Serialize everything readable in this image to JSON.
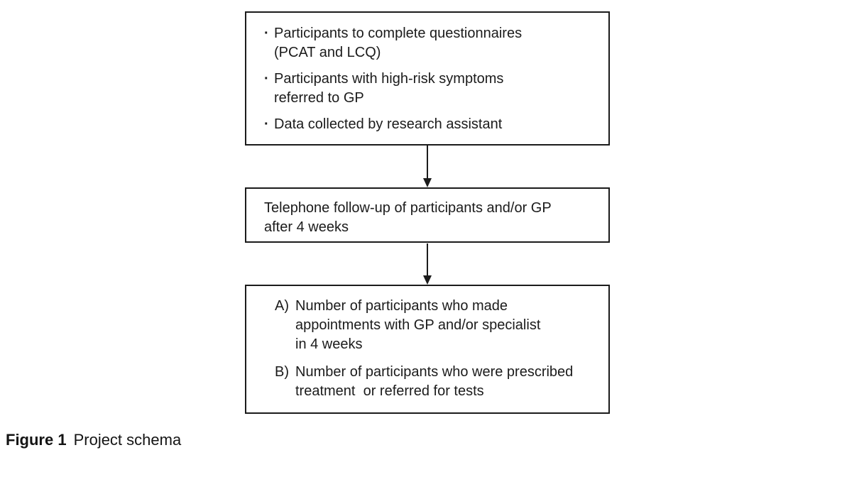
{
  "page": {
    "background": "#ffffff",
    "text_color": "#1b1b1b"
  },
  "flowchart": {
    "bullet_char": "·",
    "step1": {
      "items": [
        "Participants to complete questionnaires\n(PCAT and LCQ)",
        "Participants with high-risk symptoms\nreferred to GP",
        "Data collected by research assistant"
      ]
    },
    "step2": {
      "text": "Telephone follow-up of participants and/or GP\nafter 4 weeks"
    },
    "step3": {
      "items": [
        {
          "label": "A)",
          "text": "Number of participants who made\nappointments with GP and/or specialist\nin 4 weeks"
        },
        {
          "label": "B)",
          "text": "Number of participants who were prescribed\ntreatment  or referred for tests"
        }
      ]
    }
  },
  "caption": {
    "label": "Figure 1",
    "text": "Project schema"
  }
}
